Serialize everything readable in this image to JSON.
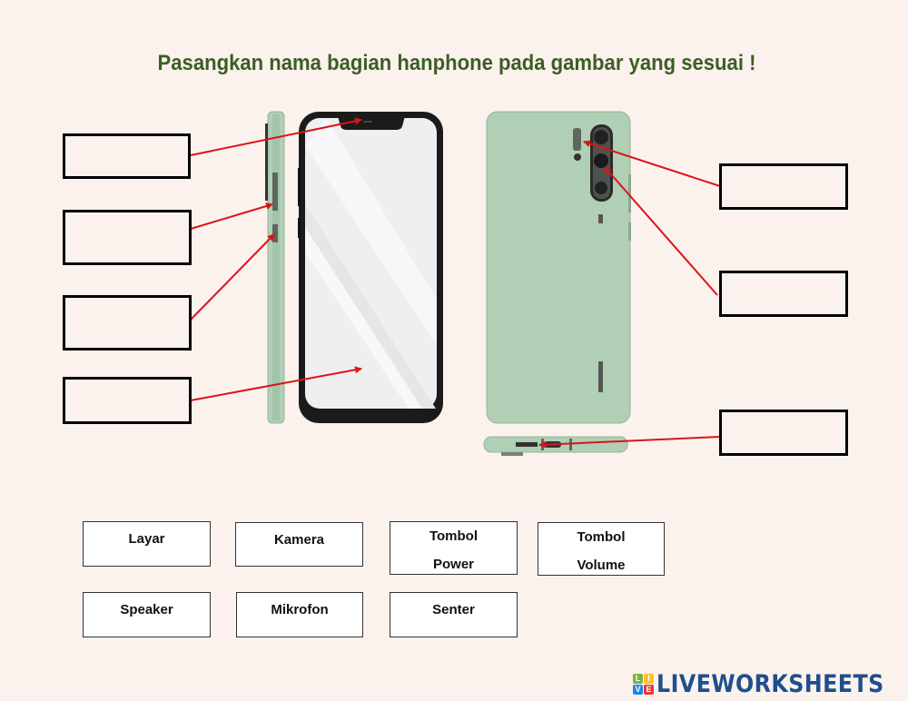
{
  "page": {
    "title": "Pasangkan nama bagian hanphone pada gambar yang sesuai !",
    "background_color": "#fcf2ed",
    "title_color": "#3c5e25",
    "arrow_color": "#d9151b",
    "phone_body_color": "#b0cfb5"
  },
  "drop_zones": [
    {
      "id": "drop-1",
      "target": "earpiece-speaker",
      "value": ""
    },
    {
      "id": "drop-2",
      "target": "side-button-upper",
      "value": ""
    },
    {
      "id": "drop-3",
      "target": "side-button-lower",
      "value": ""
    },
    {
      "id": "drop-4",
      "target": "screen",
      "value": ""
    },
    {
      "id": "drop-5",
      "target": "flash-light",
      "value": ""
    },
    {
      "id": "drop-6",
      "target": "rear-camera",
      "value": ""
    },
    {
      "id": "drop-7",
      "target": "bottom-microphone",
      "value": ""
    }
  ],
  "answer_cards": [
    {
      "line1": "Layar",
      "line2": ""
    },
    {
      "line1": "Kamera",
      "line2": ""
    },
    {
      "line1": "Tombol",
      "line2": "Power"
    },
    {
      "line1": "Tombol",
      "line2": "Volume"
    },
    {
      "line1": "Speaker",
      "line2": ""
    },
    {
      "line1": "Mikrofon",
      "line2": ""
    },
    {
      "line1": "Senter",
      "line2": ""
    }
  ],
  "brand": {
    "grid": [
      "L",
      "I",
      "V",
      "E"
    ],
    "grid_colors": [
      "#7cb342",
      "#fbc02d",
      "#1e88e5",
      "#e53935"
    ],
    "text": "LIVEWORKSHEETS"
  }
}
